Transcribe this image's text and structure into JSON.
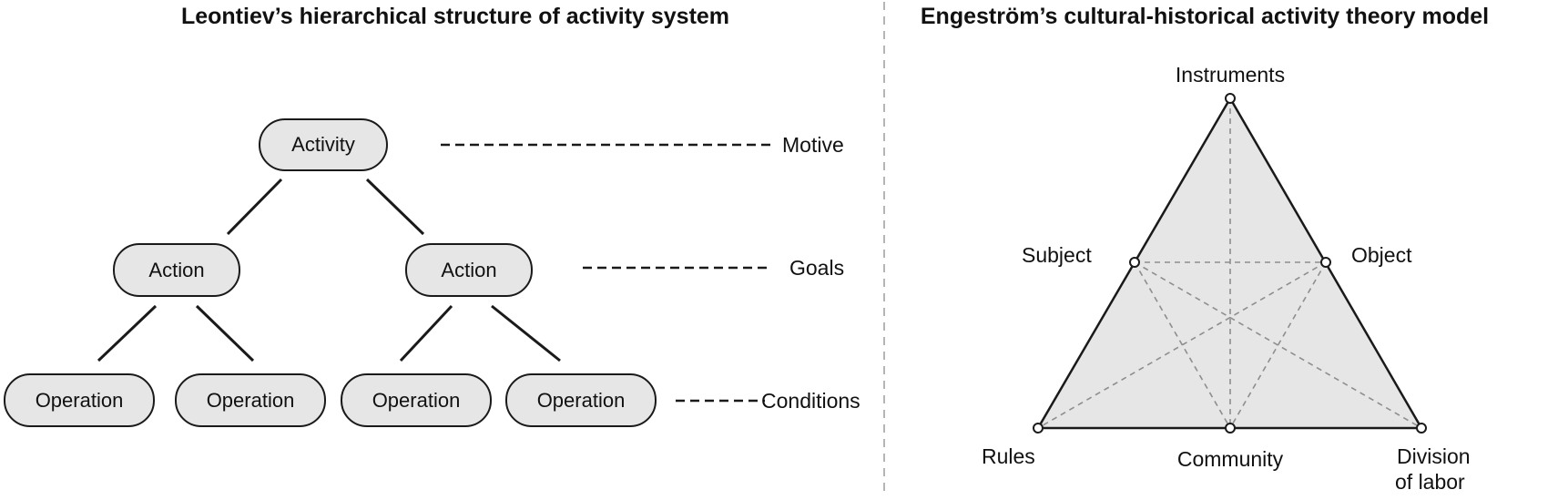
{
  "left_panel": {
    "title": "Leontiev’s hierarchical structure of activity system",
    "nodes": {
      "activity": "Activity",
      "action_left": "Action",
      "action_right": "Action",
      "operation_1": "Operation",
      "operation_2": "Operation",
      "operation_3": "Operation",
      "operation_4": "Operation"
    },
    "levels": {
      "motive": "Motive",
      "goals": "Goals",
      "conditions": "Conditions"
    }
  },
  "right_panel": {
    "title": "Engeström’s cultural-historical activity theory model",
    "vertices": {
      "instruments": "Instruments",
      "subject": "Subject",
      "object": "Object",
      "rules": "Rules",
      "community": "Community",
      "division_line1": "Division",
      "division_line2": "of labor"
    }
  }
}
